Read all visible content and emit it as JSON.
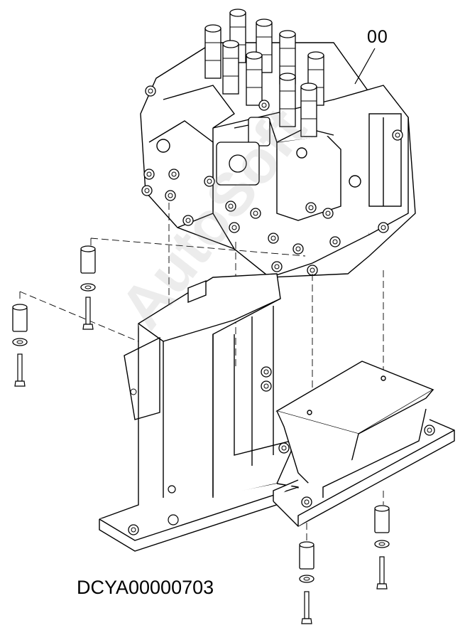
{
  "diagram": {
    "callout_label": "00",
    "drawing_code": "DCYA00000703",
    "watermark": "AutoSoft"
  },
  "colors": {
    "ink": "#000000",
    "paper": "#ffffff",
    "watermark": "#969696"
  }
}
